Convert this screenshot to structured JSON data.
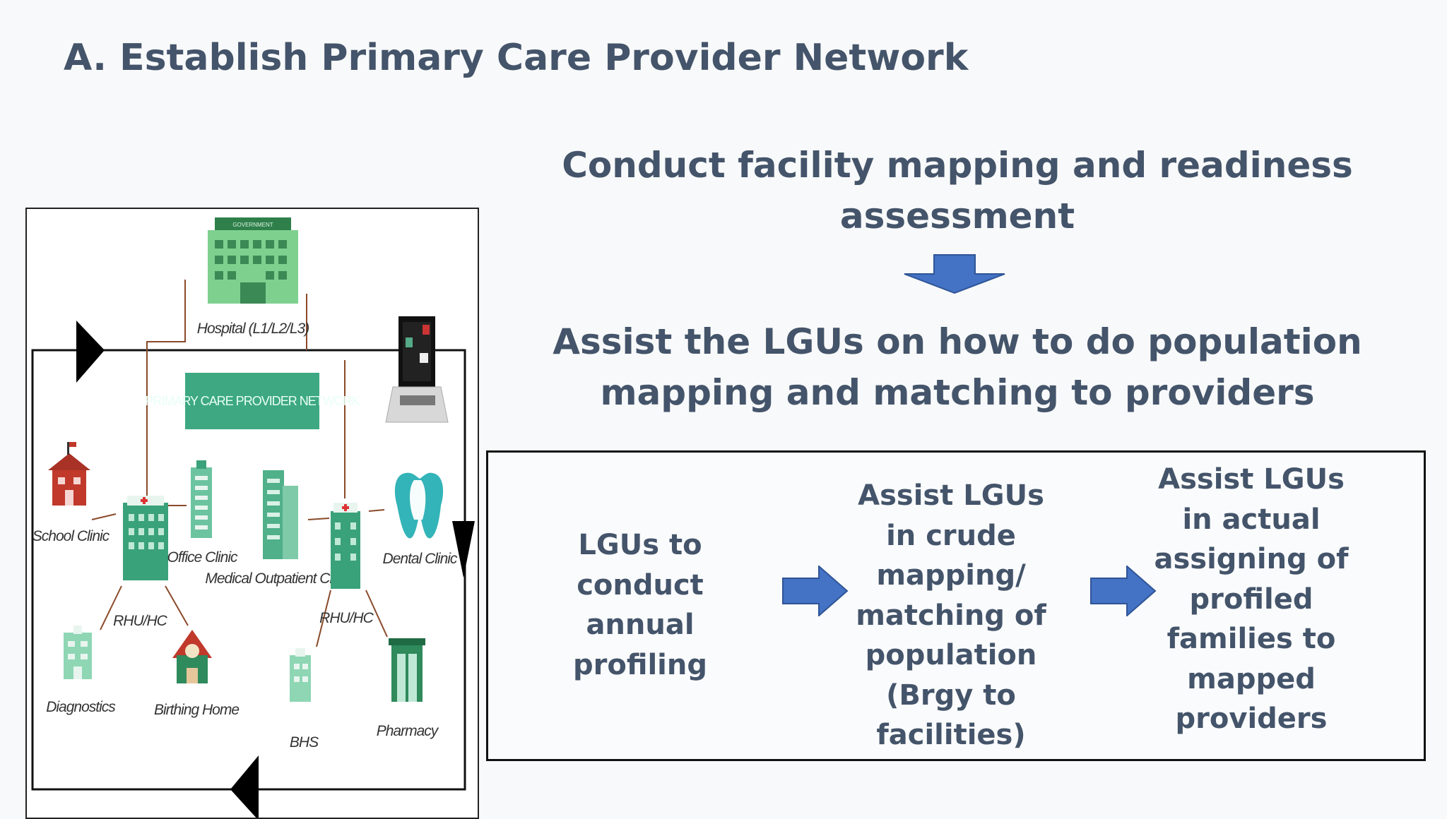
{
  "slide": {
    "title": "A. Establish Primary Care Provider Network"
  },
  "steps": {
    "step1": "Conduct facility mapping and readiness assessment",
    "step2": "Assist the LGUs on how to do population mapping and matching to providers"
  },
  "flow": {
    "items": [
      "LGUs to conduct annual profiling",
      "Assist LGUs in crude mapping/ matching of population (Brgy to facilities)",
      "Assist LGUs in actual assigning of profiled families to mapped providers"
    ]
  },
  "figure": {
    "center_label": "PRIMARY CARE PROVIDER NETWORK",
    "government_sign": "GOVERNMENT",
    "labels": {
      "hospital": "Hospital (L1/L2/L3)",
      "school_clinic": "School Clinic",
      "rhu_left": "RHU/HC",
      "office_clinic": "Office Clinic",
      "medical_outpatient": "Medical Outpatient Clinic",
      "rhu_right": "RHU/HC",
      "dental_clinic": "Dental Clinic",
      "diagnostics": "Diagnostics",
      "birthing_home": "Birthing Home",
      "bhs": "BHS",
      "pharmacy": "Pharmacy"
    }
  },
  "colors": {
    "text": "#44546a",
    "arrow_blue": "#4472c4",
    "network_green": "#3da882"
  }
}
